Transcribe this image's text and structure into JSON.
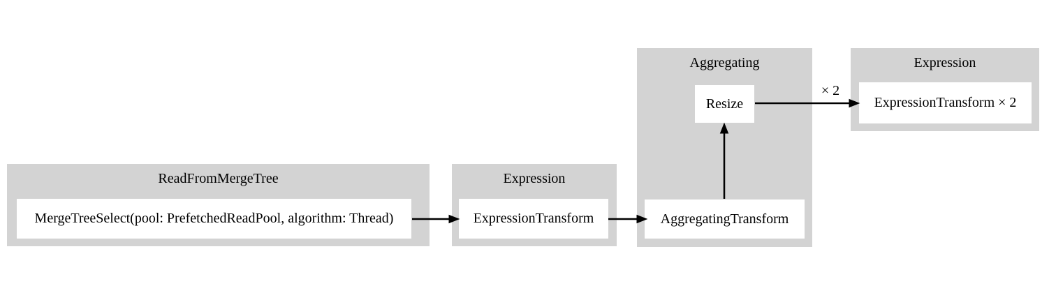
{
  "diagram": {
    "kind": "query-pipeline-graph",
    "colors": {
      "background": "#ffffff",
      "cluster_fill": "#d3d3d3",
      "node_fill": "#ffffff",
      "edge": "#000000",
      "text": "#000000"
    },
    "clusters": {
      "read_from_merge_tree": {
        "title": "ReadFromMergeTree",
        "node_label": "MergeTreeSelect(pool: PrefetchedReadPool, algorithm: Thread)"
      },
      "expression_1": {
        "title": "Expression",
        "node_label": "ExpressionTransform"
      },
      "aggregating": {
        "title": "Aggregating",
        "transform_label": "AggregatingTransform",
        "resize_label": "Resize"
      },
      "expression_2": {
        "title": "Expression",
        "node_label": "ExpressionTransform × 2"
      }
    },
    "edges": {
      "resize_to_expression_label": "× 2"
    }
  }
}
